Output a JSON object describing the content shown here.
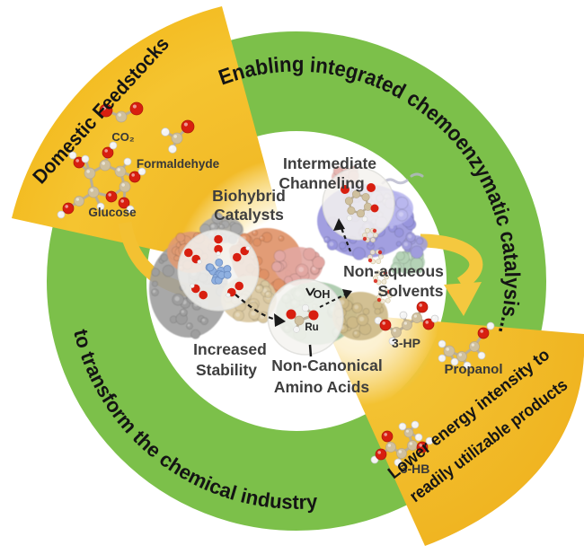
{
  "ring": {
    "text_top": "Enabling integrated chemoenzymatic catalysis...",
    "text_bottom": "to transform the chemical industry",
    "color": "#7cc04a"
  },
  "wedges": {
    "feedstocks": {
      "label": "Domestic Feedstocks",
      "color": "#f5c430",
      "molecules": [
        {
          "name": "CO₂"
        },
        {
          "name": "Formaldehyde"
        },
        {
          "name": "Glucose"
        }
      ]
    },
    "products": {
      "label_line1": "Lower energy intensity to",
      "label_line2": "readily utilizable products",
      "color": "#f3c232",
      "molecules": [
        {
          "name": "3-HP"
        },
        {
          "name": "Propanol"
        },
        {
          "name": "3-HB"
        }
      ]
    }
  },
  "center": {
    "labels": [
      {
        "line1": "Biohybrid",
        "line2": "Catalysts"
      },
      {
        "line1": "Intermediate",
        "line2": "Channeling"
      },
      {
        "line1": "Non-aqueous",
        "line2": "Solvents"
      },
      {
        "line1": "Increased",
        "line2": "Stability"
      },
      {
        "line1": "Non-Canonical",
        "line2": "Amino Acids"
      }
    ],
    "inset_labels": {
      "oh": "OH",
      "ru": "Ru"
    }
  }
}
